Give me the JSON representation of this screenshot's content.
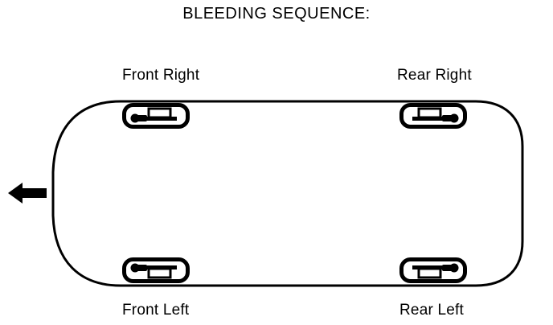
{
  "title": "BLEEDING SEQUENCE:",
  "colors": {
    "ink": "#000000",
    "background": "#ffffff"
  },
  "vehicle": {
    "view": "underbody-plan-view",
    "direction_arrow": {
      "name": "forward-direction-arrow",
      "points": "left"
    }
  },
  "corners": [
    {
      "id": "front-right",
      "label": "Front Right",
      "position": "top-left",
      "component": "bleeder-screw-assembly",
      "bleeder_side": "left"
    },
    {
      "id": "rear-right",
      "label": "Rear Right",
      "position": "top-right",
      "component": "bleeder-screw-assembly",
      "bleeder_side": "right"
    },
    {
      "id": "front-left",
      "label": "Front Left",
      "position": "bottom-left",
      "component": "bleeder-screw-assembly",
      "bleeder_side": "left"
    },
    {
      "id": "rear-left",
      "label": "Rear Left",
      "position": "bottom-right",
      "component": "bleeder-screw-assembly",
      "bleeder_side": "right"
    }
  ]
}
